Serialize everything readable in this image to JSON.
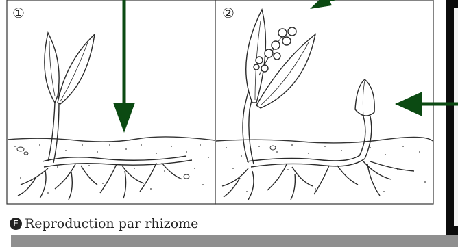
{
  "panels": [
    {
      "label": "①"
    },
    {
      "label": "②"
    }
  ],
  "caption": {
    "letter": "E",
    "text": "Reproduction par rhizome"
  },
  "colors": {
    "arrow": "#0b4a12",
    "ink": "#222222",
    "soil_dots": "#6a6a6a",
    "bottom_bar": "#8f8f8f",
    "frame_strip": "#0c0c0c"
  }
}
